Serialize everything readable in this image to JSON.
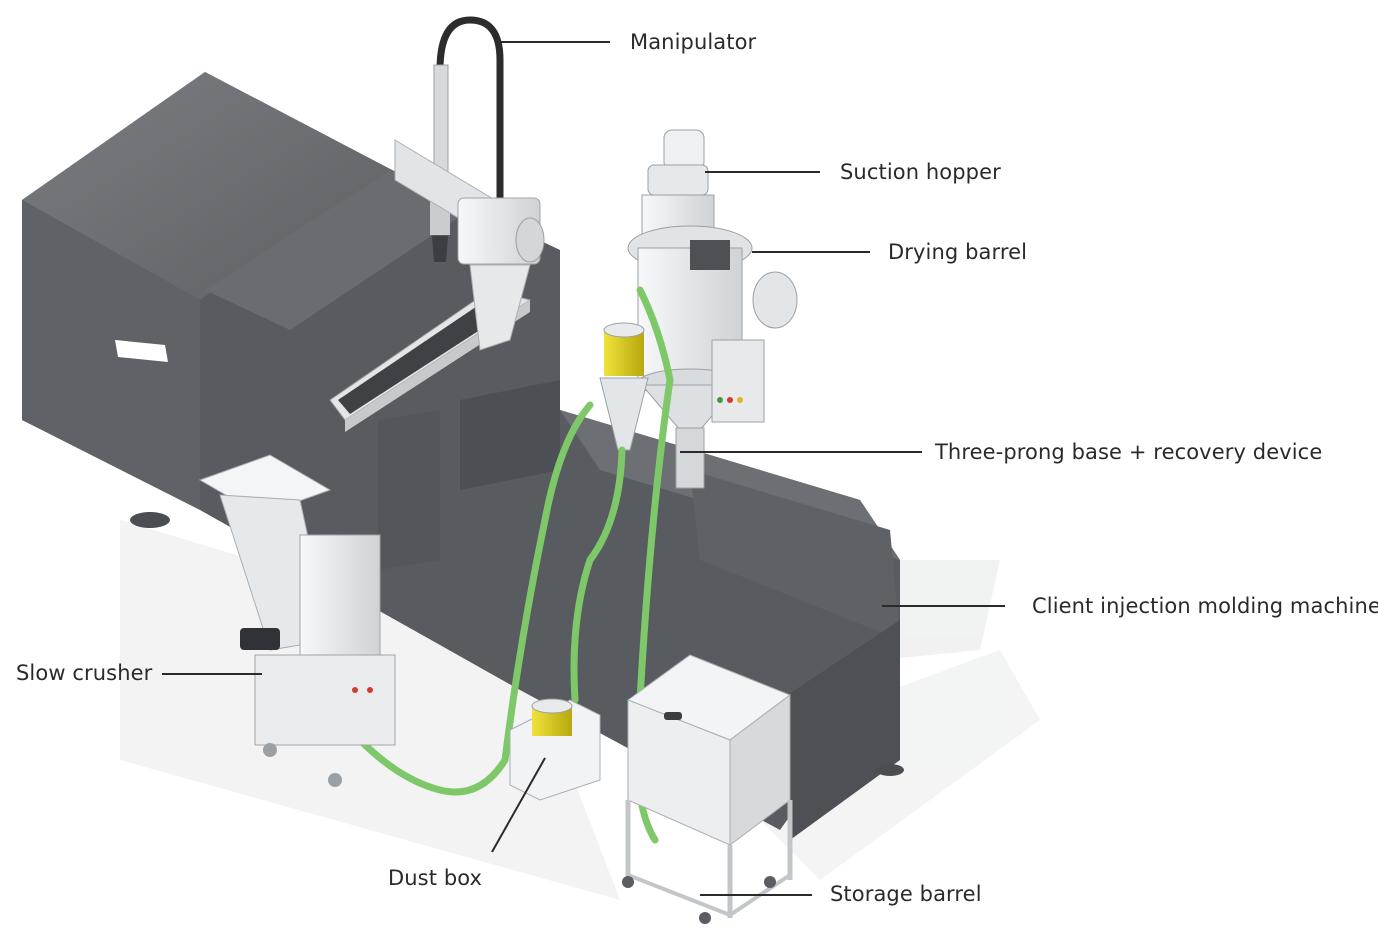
{
  "labels": {
    "manipulator": "Manipulator",
    "suction_hopper": "Suction hopper",
    "drying_barrel": "Drying barrel",
    "three_prong": "Three-prong base + recovery device",
    "injection_machine": "Client injection molding machine",
    "slow_crusher": "Slow crusher",
    "dust_box": "Dust box",
    "storage_barrel": "Storage barrel"
  },
  "colors": {
    "machine_body": "#6b6e72",
    "machine_dark": "#4f5256",
    "equipment_white": "#eceeef",
    "hose_green": "#7ec86a",
    "canister_yellow": "#e3d21c",
    "leader_line": "#2a2a2a"
  }
}
